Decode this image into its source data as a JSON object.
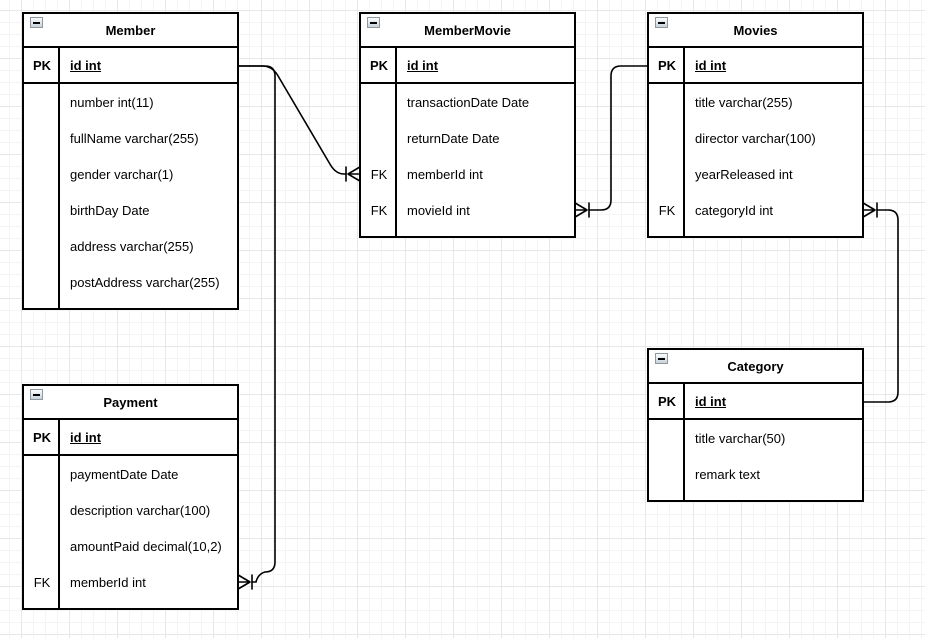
{
  "canvas": {
    "background_color": "#ffffff",
    "grid_minor_color": "#f4f4f6",
    "grid_major_color": "#e7e7e9",
    "shape_stroke_color": "#000000",
    "shape_fill_color": "#ffffff"
  },
  "tables": [
    {
      "title": "Member",
      "pk": {
        "key": "PK",
        "label": "id int"
      },
      "rows": [
        {
          "key": "",
          "label": "number int(11)"
        },
        {
          "key": "",
          "label": "fullName varchar(255)"
        },
        {
          "key": "",
          "label": "gender varchar(1)"
        },
        {
          "key": "",
          "label": "birthDay Date"
        },
        {
          "key": "",
          "label": "address varchar(255)"
        },
        {
          "key": "",
          "label": "postAddress varchar(255)"
        }
      ]
    },
    {
      "title": "MemberMovie",
      "pk": {
        "key": "PK",
        "label": "id int"
      },
      "rows": [
        {
          "key": "",
          "label": "transactionDate Date"
        },
        {
          "key": "",
          "label": "returnDate Date"
        },
        {
          "key": "FK",
          "label": "memberId int"
        },
        {
          "key": "FK",
          "label": "movieId int"
        }
      ]
    },
    {
      "title": "Movies",
      "pk": {
        "key": "PK",
        "label": "id int"
      },
      "rows": [
        {
          "key": "",
          "label": "title varchar(255)"
        },
        {
          "key": "",
          "label": "director varchar(100)"
        },
        {
          "key": "",
          "label": "yearReleased int"
        },
        {
          "key": "FK",
          "label": "categoryId int"
        }
      ]
    },
    {
      "title": "Category",
      "pk": {
        "key": "PK",
        "label": "id int"
      },
      "rows": [
        {
          "key": "",
          "label": "title varchar(50)"
        },
        {
          "key": "",
          "label": "remark text"
        }
      ]
    },
    {
      "title": "Payment",
      "pk": {
        "key": "PK",
        "label": "id int"
      },
      "rows": [
        {
          "key": "",
          "label": "paymentDate Date"
        },
        {
          "key": "",
          "label": "description varchar(100)"
        },
        {
          "key": "",
          "label": "amountPaid decimal(10,2)"
        },
        {
          "key": "FK",
          "label": "memberId int"
        }
      ]
    }
  ],
  "relationships": [
    {
      "from_table": "Member",
      "from_field": "id",
      "to_table": "MemberMovie",
      "to_field": "memberId",
      "cardinality": "one-to-many",
      "crow_foot_at": "MemberMovie"
    },
    {
      "from_table": "Member",
      "from_field": "id",
      "to_table": "Payment",
      "to_field": "memberId",
      "cardinality": "one-to-many",
      "crow_foot_at": "Payment"
    },
    {
      "from_table": "Movies",
      "from_field": "id",
      "to_table": "MemberMovie",
      "to_field": "movieId",
      "cardinality": "one-to-many",
      "crow_foot_at": "MemberMovie"
    },
    {
      "from_table": "Category",
      "from_field": "id",
      "to_table": "Movies",
      "to_field": "categoryId",
      "cardinality": "one-to-many",
      "crow_foot_at": "Movies"
    }
  ]
}
